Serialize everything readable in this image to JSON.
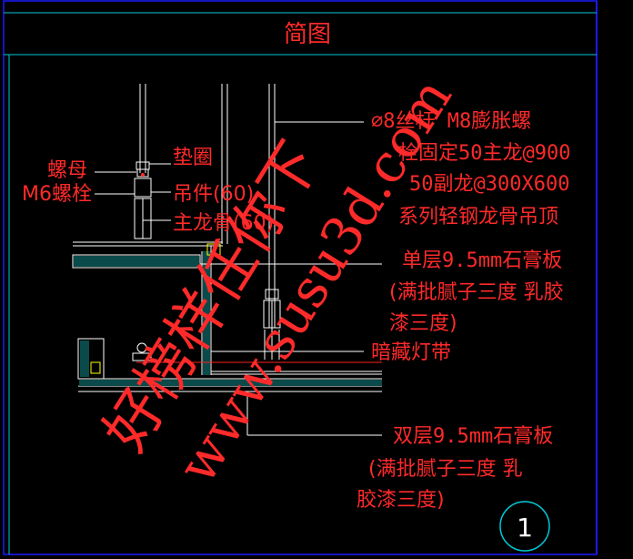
{
  "title": "简图",
  "detail_number": "1",
  "callouts": {
    "suspension_rod": [
      "∅8丝杆 M8膨胀螺",
      "栓固定50主龙@900",
      "50副龙@300X600",
      "系列轻钢龙骨吊顶"
    ],
    "washer": "垫圈",
    "nut": "螺母",
    "m6_bolt": "M6螺栓",
    "hanger": "吊件(60)",
    "main_keel": "主龙骨(60)",
    "single_gypsum": [
      "单层9.5mm石膏板",
      "(满批腻子三度 乳胶",
      "漆三度)"
    ],
    "hidden_light_strip": "暗藏灯带",
    "double_gypsum": [
      "双层9.5mm石膏板",
      "(满批腻子三度 乳",
      "胶漆三度)"
    ]
  },
  "watermarks": {
    "main": "好榜样任你下",
    "url": "www.susu3d.com"
  },
  "colors": {
    "background": "#000000",
    "text": "#ff2a2a",
    "line": "#ffffff",
    "border": "#1a1aff",
    "cyan": "#00c8d8",
    "section": "#ff2020"
  }
}
